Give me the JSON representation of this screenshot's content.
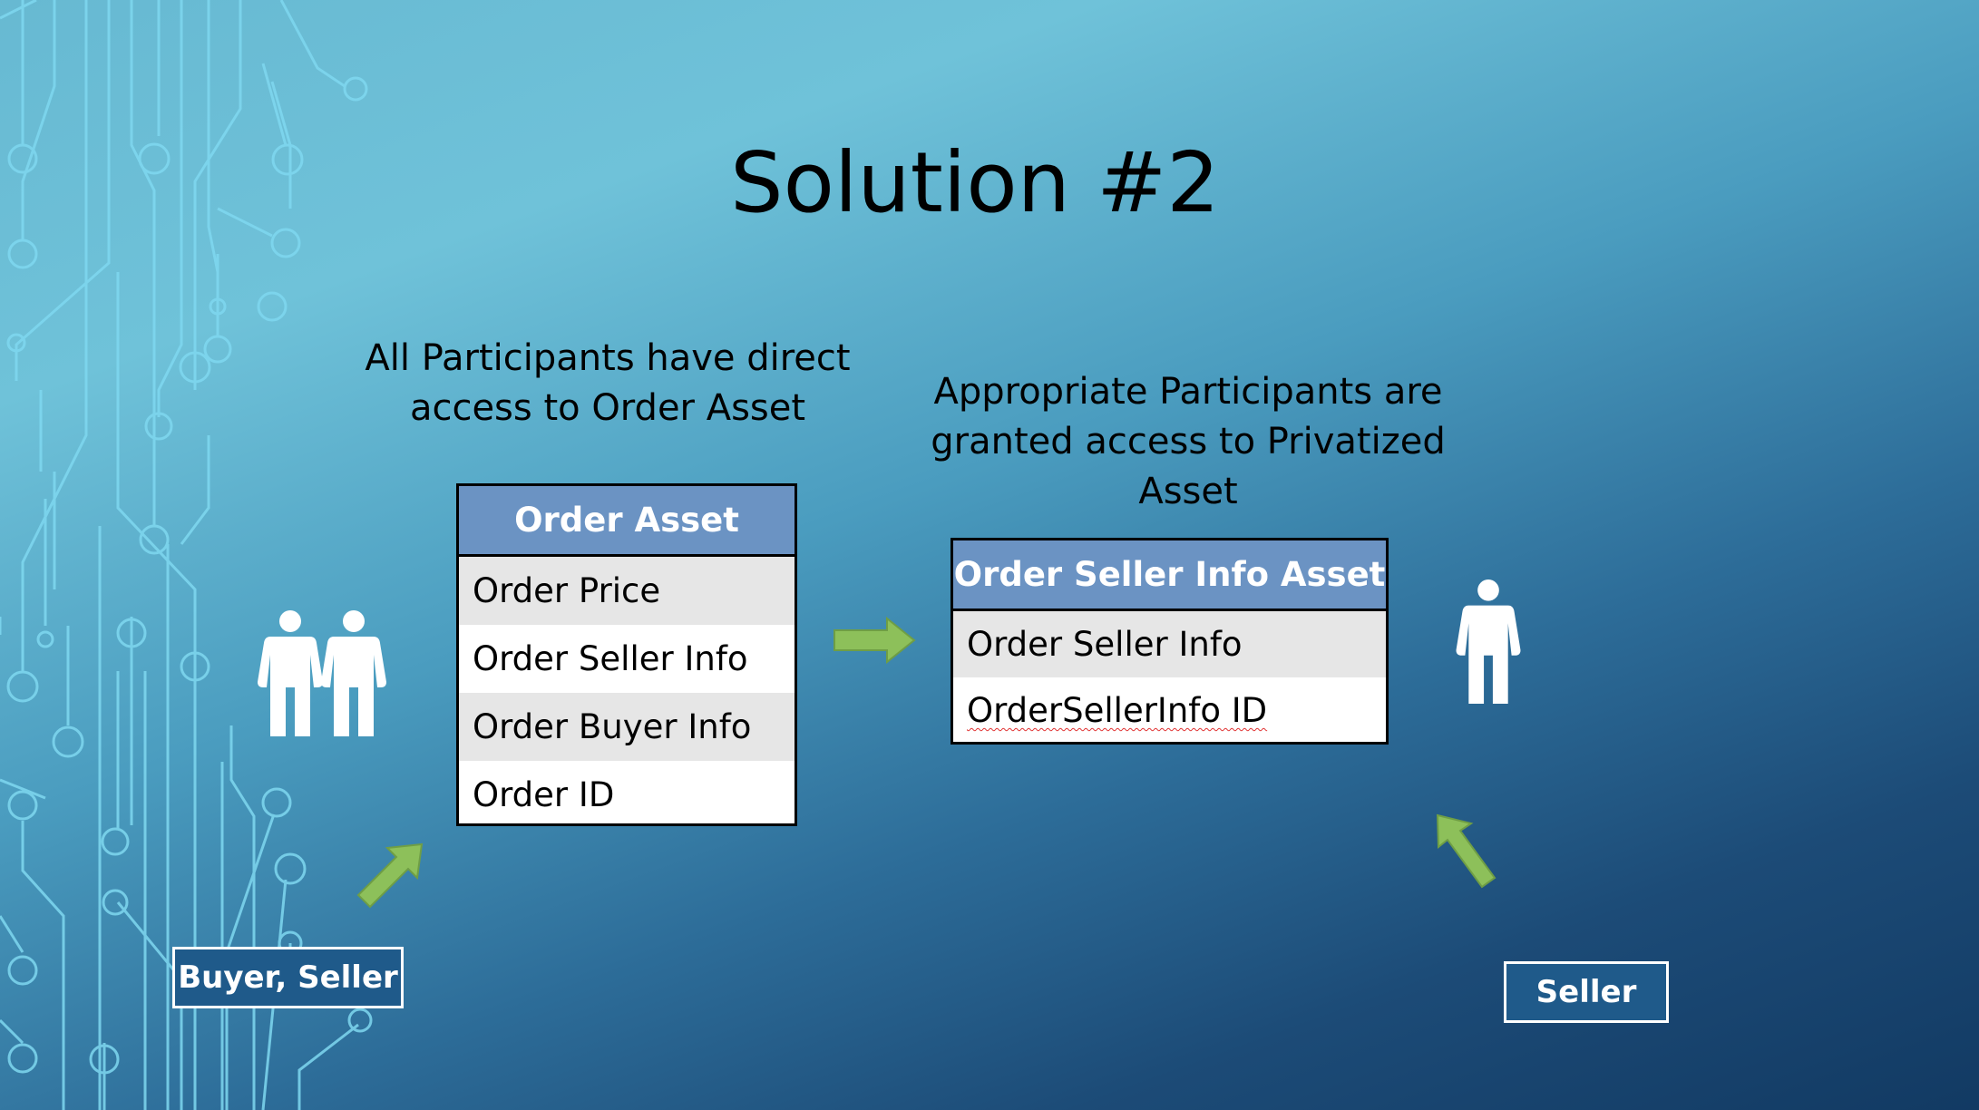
{
  "slide": {
    "title": "Solution #2",
    "left_caption": "All Participants have direct access to Order Asset",
    "right_caption": "Appropriate Participants are granted access to Privatized Asset"
  },
  "order_asset_table": {
    "header": "Order Asset",
    "rows": [
      "Order Price",
      "Order Seller Info",
      "Order Buyer Info",
      "Order ID"
    ]
  },
  "seller_info_table": {
    "header": "Order Seller Info Asset",
    "rows": [
      "Order Seller Info",
      "OrderSellerInfo ID"
    ]
  },
  "roles": {
    "left": "Buyer, Seller",
    "right": "Seller"
  },
  "colors": {
    "table_header": "#6b93c3",
    "row_shade": "#e6e6e6",
    "arrow_fill": "#8dc05a",
    "role_box": "#1f5a8a",
    "circuit": "#7fd8f0"
  },
  "icons": [
    "person-icon",
    "arrow-right-icon",
    "arrow-up-right-icon",
    "arrow-up-left-icon"
  ]
}
